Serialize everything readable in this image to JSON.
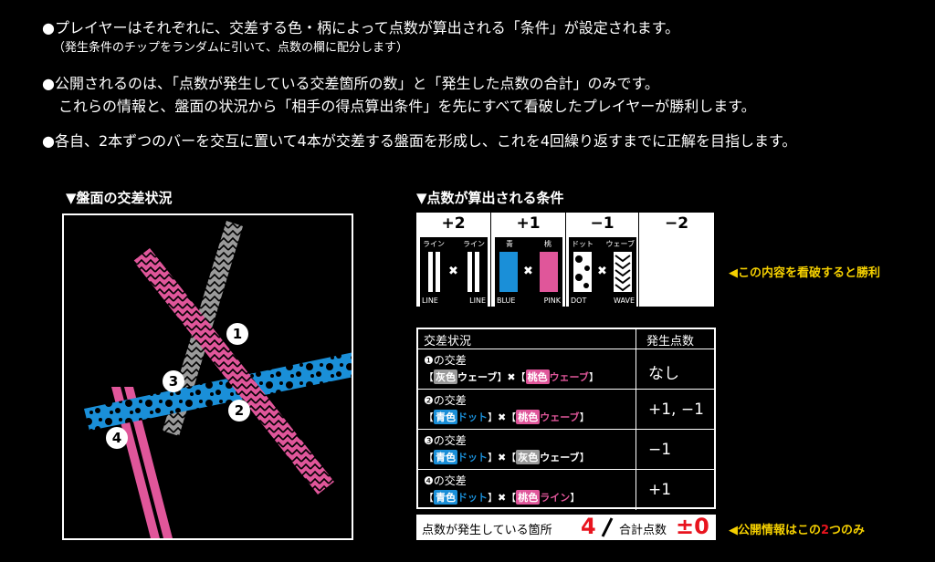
{
  "intro": {
    "line1": "●プレイヤーはそれぞれに、交差する色・柄によって点数が算出される「条件」が設定されます。",
    "line1_sub": "（発生条件のチップをランダムに引いて、点数の欄に配分します）",
    "line2": "●公開されるのは、「点数が発生している交差箇所の数」と「発生した点数の合計」のみです。",
    "line2_sub": "これらの情報と、盤面の状況から「相手の得点算出条件」を先にすべて看破したプレイヤーが勝利します。",
    "line3": "●各自、2本ずつのバーを交互に置いて4本が交差する盤面を形成し、これを4回繰り返すまでに正解を目指します。"
  },
  "board": {
    "title": "▼盤面の交差状況",
    "badges": [
      "1",
      "2",
      "3",
      "4"
    ]
  },
  "conditions": {
    "title": "▼点数が算出される条件",
    "cells": [
      {
        "score": "+2",
        "label_left": "ライン",
        "label_right": "ライン",
        "cap_left": "LINE",
        "cap_right": "LINE",
        "cross": "✖"
      },
      {
        "score": "+1",
        "label_left": "青",
        "label_right": "桃",
        "cap_left": "BLUE",
        "cap_right": "PINK",
        "cross": "✖"
      },
      {
        "score": "−1",
        "label_left": "ドット",
        "label_right": "ウェーブ",
        "cap_left": "DOT",
        "cap_right": "WAVE",
        "cross": "✖"
      },
      {
        "score": "−2"
      }
    ],
    "note": "◀この内容を看破すると勝利"
  },
  "table": {
    "header_left": "交差状況",
    "header_right": "発生点数",
    "rows": [
      {
        "title": "❶の交差",
        "a_color": "灰色",
        "a_pattern": "ウェーブ",
        "b_color": "桃色",
        "b_pattern": "ウェーブ",
        "result": "なし",
        "a_hex": "#9a9a9a",
        "b_hex": "#e0569a"
      },
      {
        "title": "❷の交差",
        "a_color": "青色",
        "a_pattern": "ドット",
        "b_color": "桃色",
        "b_pattern": "ウェーブ",
        "result": "+1, −1",
        "a_hex": "#1a8fd8",
        "b_hex": "#e0569a"
      },
      {
        "title": "❸の交差",
        "a_color": "青色",
        "a_pattern": "ドット",
        "b_color": "灰色",
        "b_pattern": "ウェーブ",
        "result": "−1",
        "a_hex": "#1a8fd8",
        "b_hex": "#9a9a9a"
      },
      {
        "title": "❹の交差",
        "a_color": "青色",
        "a_pattern": "ドット",
        "b_color": "桃色",
        "b_pattern": "ライン",
        "result": "+1",
        "a_hex": "#1a8fd8",
        "b_hex": "#e0569a"
      }
    ],
    "open": "【",
    "close": "】",
    "x": "✖"
  },
  "summary": {
    "count_label": "点数が発生している箇所",
    "count_value": "4",
    "total_label": "合計点数",
    "total_value": "±0",
    "note_a": "◀公開情報はこの",
    "note_num": "2",
    "note_b": "つのみ"
  },
  "colors": {
    "pink": "#e0569a",
    "blue": "#1a8fd8",
    "gray": "#9a9a9a",
    "red": "#e8141e",
    "yellow": "#f5d000",
    "gold": "#b89a2a",
    "cell_edge_blue": "#1a6fd8"
  }
}
